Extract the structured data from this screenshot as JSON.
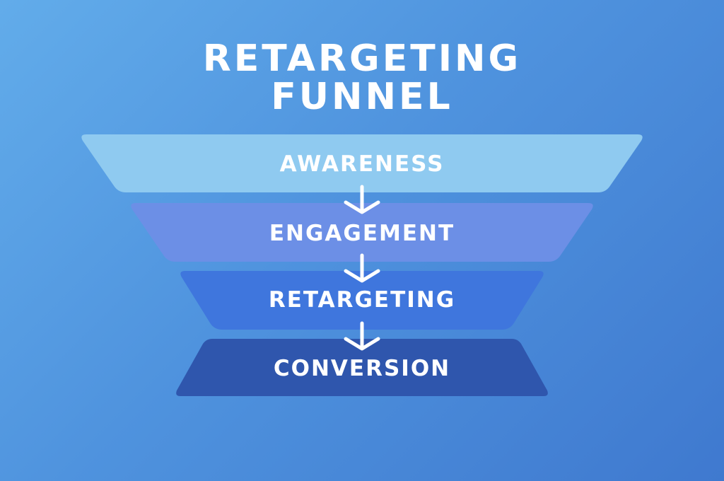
{
  "title": {
    "line1": "RETARGETING",
    "line2": "FUNNEL"
  },
  "stages": [
    {
      "label": "AWARENESS",
      "color": "#8fcaf0"
    },
    {
      "label": "ENGAGEMENT",
      "color": "#6c8fe6"
    },
    {
      "label": "RETARGETING",
      "color": "#3f76dd"
    },
    {
      "label": "CONVERSION",
      "color": "#2f56ad"
    }
  ],
  "connector_icon": "arrow-down-icon"
}
